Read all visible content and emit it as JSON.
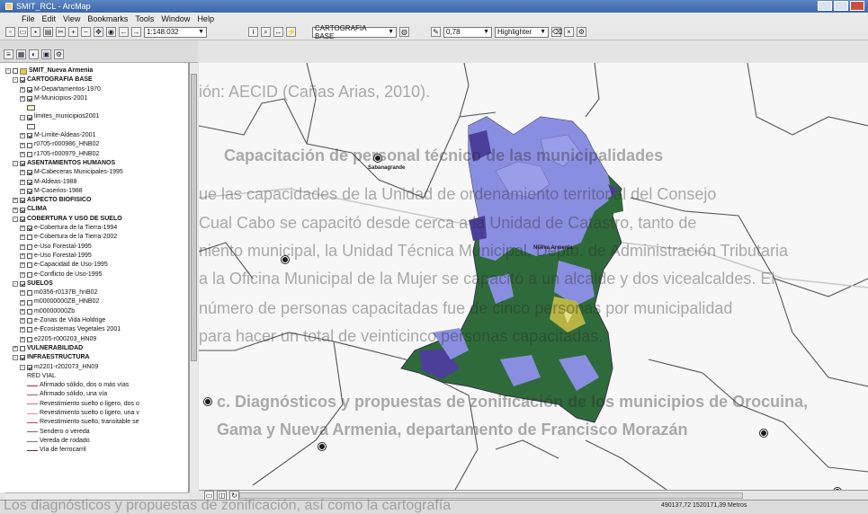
{
  "window": {
    "title": "SMIT_RCL - ArcMap"
  },
  "menu": [
    "File",
    "Edit",
    "View",
    "Bookmarks",
    "Tools",
    "Window",
    "Help"
  ],
  "toolbar": {
    "scale": "1:148.032",
    "layer_combo": "CARTOGRAFIA BASE",
    "width_combo": "0,78",
    "style_combo": "Highlighter"
  },
  "toc": {
    "rows": [
      {
        "level": 0,
        "exp": "-",
        "chk": false,
        "label": "SMIT_Nueva Armenia",
        "icon": "layers"
      },
      {
        "level": 1,
        "exp": "-",
        "chk": true,
        "label": "CARTOGRAFIA BASE"
      },
      {
        "level": 2,
        "exp": "+",
        "chk": true,
        "label": "M-Departamentos-1970"
      },
      {
        "level": 2,
        "exp": "+",
        "chk": true,
        "label": "M-Municipios-2001"
      },
      {
        "level": 3,
        "sym": "#f4f4c0",
        "label": ""
      },
      {
        "level": 2,
        "exp": "-",
        "chk": true,
        "label": "limites_municipios2001"
      },
      {
        "level": 3,
        "sym": "#ffffff",
        "label": ""
      },
      {
        "level": 2,
        "exp": "+",
        "chk": true,
        "label": "M-Limite-Aldeas-2001"
      },
      {
        "level": 2,
        "exp": "+",
        "chk": false,
        "label": "r0705-r000986_HNB02"
      },
      {
        "level": 2,
        "exp": "+",
        "chk": false,
        "label": "r1705-r000979_HNB02"
      },
      {
        "level": 1,
        "exp": "-",
        "chk": true,
        "label": "ASENTAMIENTOS HUMANOS"
      },
      {
        "level": 2,
        "exp": "+",
        "chk": true,
        "label": "M-Cabeceras Municipales-1995"
      },
      {
        "level": 2,
        "exp": "+",
        "chk": true,
        "label": "M-Aldeas-1988"
      },
      {
        "level": 2,
        "exp": "+",
        "chk": true,
        "label": "M-Caserios-1988"
      },
      {
        "level": 1,
        "exp": "+",
        "chk": true,
        "label": "ASPECTO BIOFISICO"
      },
      {
        "level": 1,
        "exp": "+",
        "chk": true,
        "label": "CLIMA"
      },
      {
        "level": 1,
        "exp": "-",
        "chk": true,
        "label": "COBERTURA Y USO DE SUELO"
      },
      {
        "level": 2,
        "exp": "+",
        "chk": true,
        "label": "e-Cobertura de la Tierra-1994"
      },
      {
        "level": 2,
        "exp": "+",
        "chk": false,
        "label": "e-Cobertura de la Tierra-2002"
      },
      {
        "level": 2,
        "exp": "+",
        "chk": false,
        "label": "e-Uso Forestal-1995"
      },
      {
        "level": 2,
        "exp": "+",
        "chk": false,
        "label": "e-Uso Forestal-1995"
      },
      {
        "level": 2,
        "exp": "+",
        "chk": false,
        "label": "e-Capacidad de Uso-1995"
      },
      {
        "level": 2,
        "exp": "+",
        "chk": false,
        "label": "e-Conflicto de Uso-1995"
      },
      {
        "level": 1,
        "exp": "-",
        "chk": true,
        "label": "SUELOS"
      },
      {
        "level": 2,
        "exp": "+",
        "chk": false,
        "label": "m0356-r0137B_hnB02"
      },
      {
        "level": 2,
        "exp": "+",
        "chk": false,
        "label": "m00000000ZB_HNB02"
      },
      {
        "level": 2,
        "exp": "+",
        "chk": false,
        "label": "m00000000Zb"
      },
      {
        "level": 2,
        "exp": "+",
        "chk": false,
        "label": "e-Zonas de Vida Holdrige"
      },
      {
        "level": 2,
        "exp": "+",
        "chk": false,
        "label": "e-Ecosistemas Vegetales 2001"
      },
      {
        "level": 2,
        "exp": "+",
        "chk": false,
        "label": "e2205-r000203_HN09"
      },
      {
        "level": 1,
        "exp": "+",
        "chk": false,
        "label": "VULNERABILIDAD"
      },
      {
        "level": 1,
        "exp": "-",
        "chk": true,
        "label": "INFRAESTRUCTURA"
      },
      {
        "level": 2,
        "exp": "-",
        "chk": true,
        "label": "m2201-r202073_HN09"
      },
      {
        "level": 3,
        "label": "RED VIAL"
      },
      {
        "level": 3,
        "line": "#b3203c",
        "label": "Afirmado sólido, dos o más vías"
      },
      {
        "level": 3,
        "line": "#c44a60",
        "label": "Afirmado sólido, una vía"
      },
      {
        "level": 3,
        "line": "#d07080",
        "label": "Revestimiento suelto o ligero, dos o"
      },
      {
        "level": 3,
        "line": "#d88f9a",
        "label": "Revestimiento suelto o ligero, una v"
      },
      {
        "level": 3,
        "line": "#b64a56",
        "label": "Revestimiento suelto, transitable se"
      },
      {
        "level": 3,
        "line": "#9a5868",
        "label": "Sendero o vereda"
      },
      {
        "level": 3,
        "line": "#8a6a70",
        "label": "Vereda de rodado"
      },
      {
        "level": 3,
        "line": "#7a2030",
        "label": "Vía de ferrocarril"
      }
    ]
  },
  "map": {
    "overlay_text": [
      "ión: AECID (Cañas Arias, 2010).",
      "Capacitación de personal técnico de las municipalidades",
      "ue las capacidades de la Unidad de ordenamiento territorial del Consejo",
      "Cual Cabo se capacitó desde cerca a la Unidad de Catastro, tanto de",
      "niento municipal, la Unidad Técnica Municipal, Depto. de Administración Tributaria",
      "a la Oficina Municipal de la Mujer se capacitó a un alcalde y dos vicealcaldes. El",
      "número de personas capacitadas fue de cinco personas por municipalidad",
      "para hacer un total de veinticinco personas capacitadas.",
      "c. Diagnósticos y propuestas de zonificación de los municipios de Orocuina,",
      "Gama y Nueva Armenia, departamento de Francisco Morazán"
    ],
    "labels": {
      "sabanagrande": "Sabanagrande",
      "nueva_armenia": "Nueva Armenia"
    },
    "colors": {
      "lavender": "#8a8ee0",
      "forest": "#2f6b3a",
      "olive": "#b8b444",
      "purple": "#4c3f9a"
    }
  },
  "status": {
    "coordinates": "490137,72 1520171,39 Metros",
    "bottom_overlay": "Los diagnósticos y propuestas de zonificación, así como la cartografía"
  }
}
